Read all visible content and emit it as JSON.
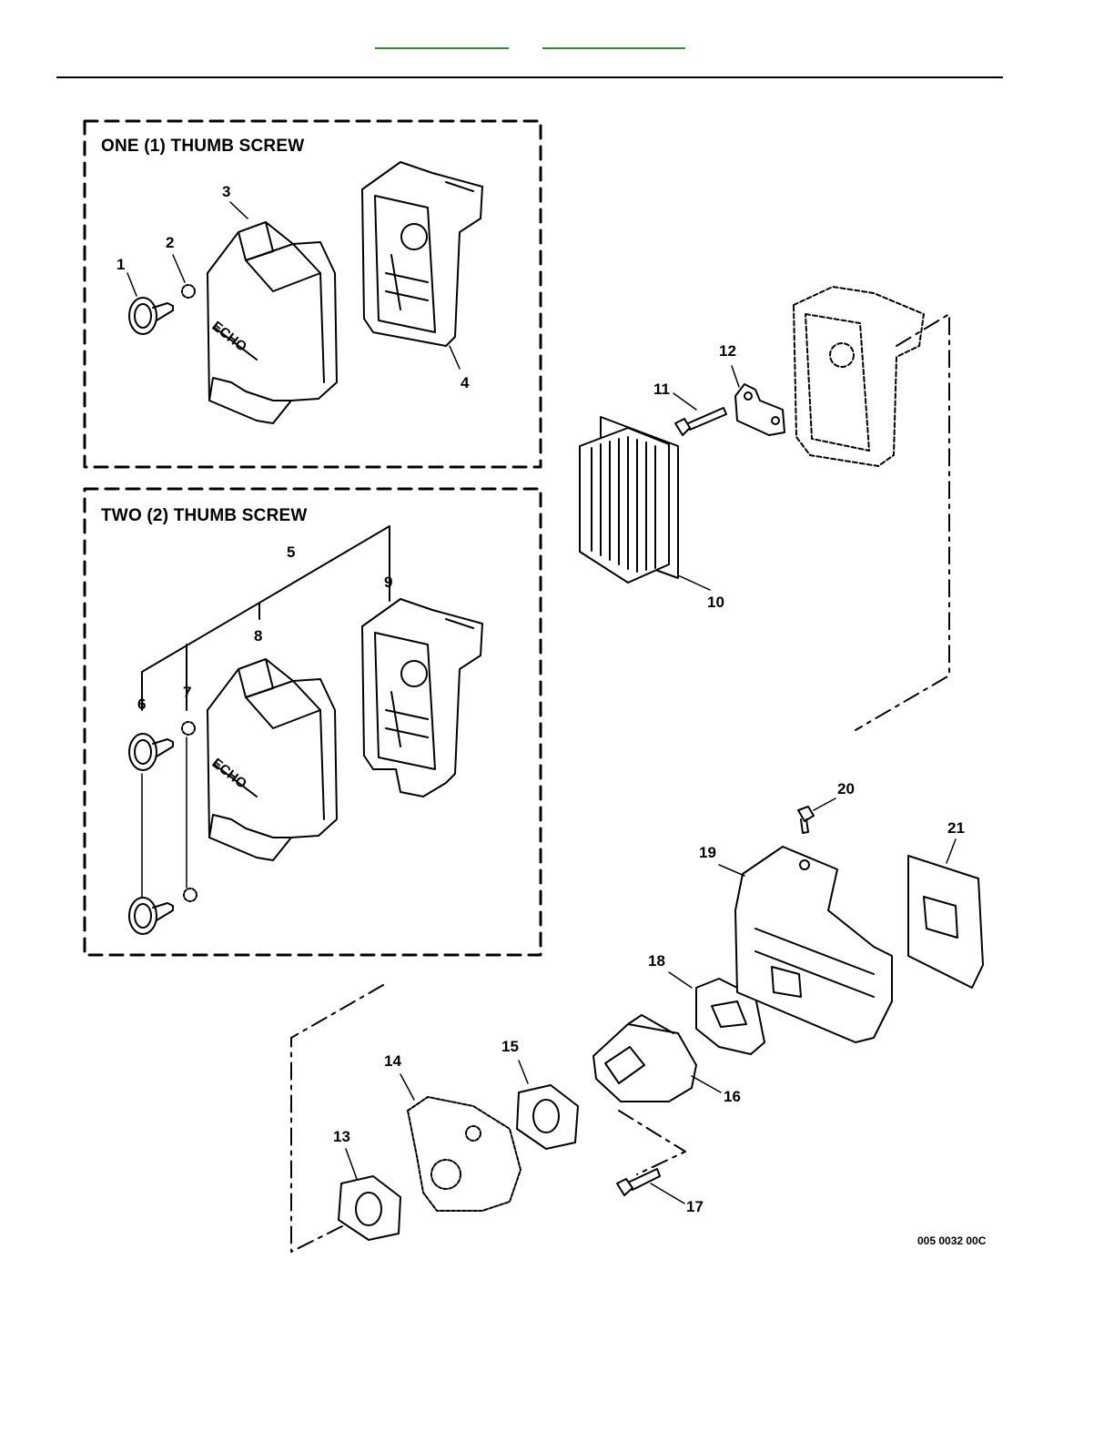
{
  "header": {
    "links": [
      "",
      ""
    ]
  },
  "diagram": {
    "box_one_title": "ONE (1) THUMB SCREW",
    "box_two_title": "TWO (2) THUMB SCREW",
    "document_code": "005 0032 00C",
    "brand_text": "ECHO",
    "callouts": [
      "1",
      "2",
      "3",
      "4",
      "5",
      "6",
      "7",
      "8",
      "9",
      "10",
      "11",
      "12",
      "13",
      "14",
      "15",
      "16",
      "17",
      "18",
      "19",
      "20",
      "21"
    ]
  }
}
